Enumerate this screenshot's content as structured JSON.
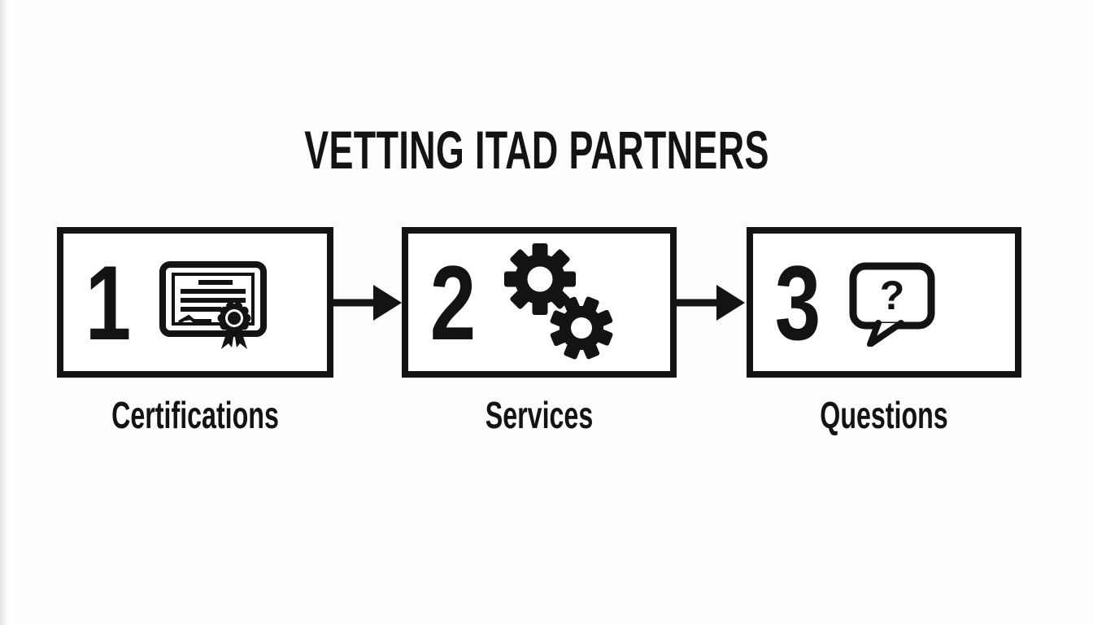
{
  "title": "VETTING ITAD PARTNERS",
  "steps": [
    {
      "number": "1",
      "label": "Certifications",
      "icon": "certificate-icon"
    },
    {
      "number": "2",
      "label": "Services",
      "icon": "gears-icon"
    },
    {
      "number": "3",
      "label": "Questions",
      "icon": "question-bubble-icon",
      "icon_glyph": "?"
    }
  ],
  "connectors": [
    {
      "icon": "arrow-right-icon"
    },
    {
      "icon": "arrow-right-icon"
    }
  ],
  "colors": {
    "ink": "#131313",
    "background": "#fdfdfd",
    "box_fill": "#ffffff"
  }
}
